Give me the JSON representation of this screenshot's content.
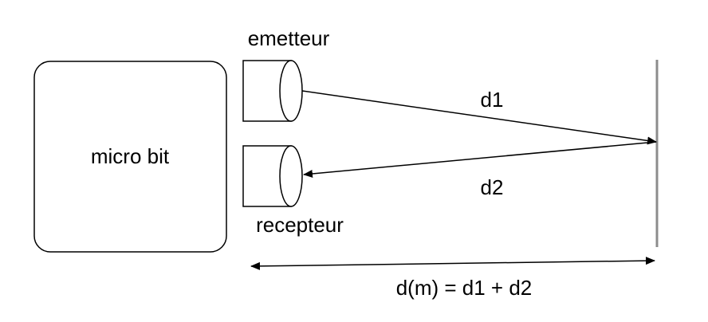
{
  "labels": {
    "microbit": "micro bit",
    "emitter": "emetteur",
    "receiver": "recepteur",
    "d1": "d1",
    "d2": "d2",
    "distance_formula": "d(m) = d1 + d2"
  },
  "colors": {
    "stroke": "#000000",
    "wall": "#8c8c8c",
    "background": "#ffffff"
  }
}
